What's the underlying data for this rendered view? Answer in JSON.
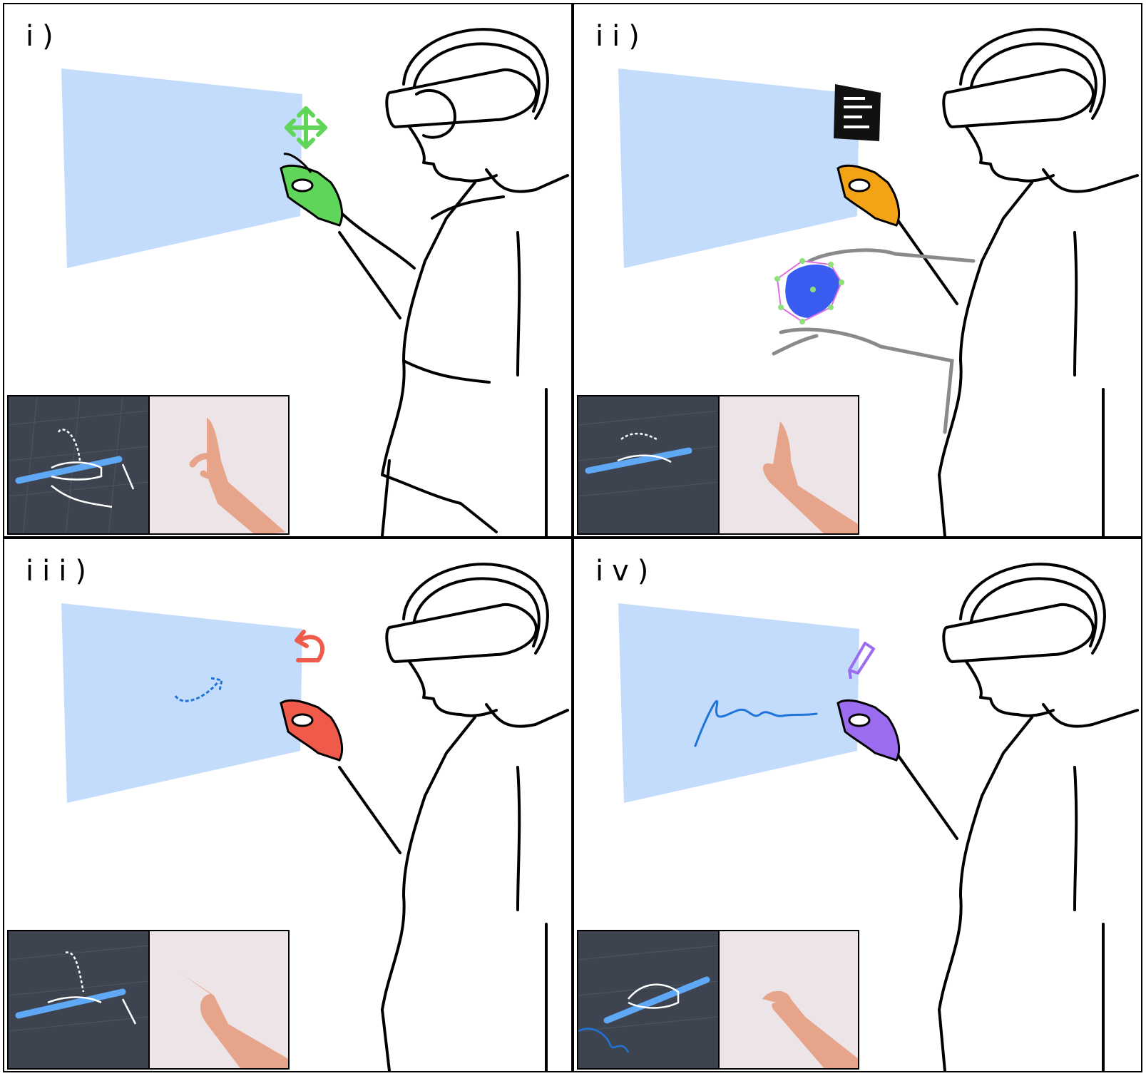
{
  "panels": [
    {
      "label": "i)",
      "gesture_color": "#5fd65a",
      "icon": "move-arrows-icon"
    },
    {
      "label": "ii)",
      "gesture_color": "#f5a316",
      "icon": "menu-panel-icon"
    },
    {
      "label": "iii)",
      "gesture_color": "#ef5a4b",
      "icon": "undo-arrow-icon"
    },
    {
      "label": "iv)",
      "gesture_color": "#9b6cf0",
      "icon": "pen-icon"
    }
  ],
  "colors": {
    "canvas": "#c4dcfb",
    "pen": "#5fa8f5",
    "ink": "#1e74d8",
    "render_bg": "#3d4450",
    "photo_bg": "#ece4e6",
    "skin": "#e6a58a"
  }
}
